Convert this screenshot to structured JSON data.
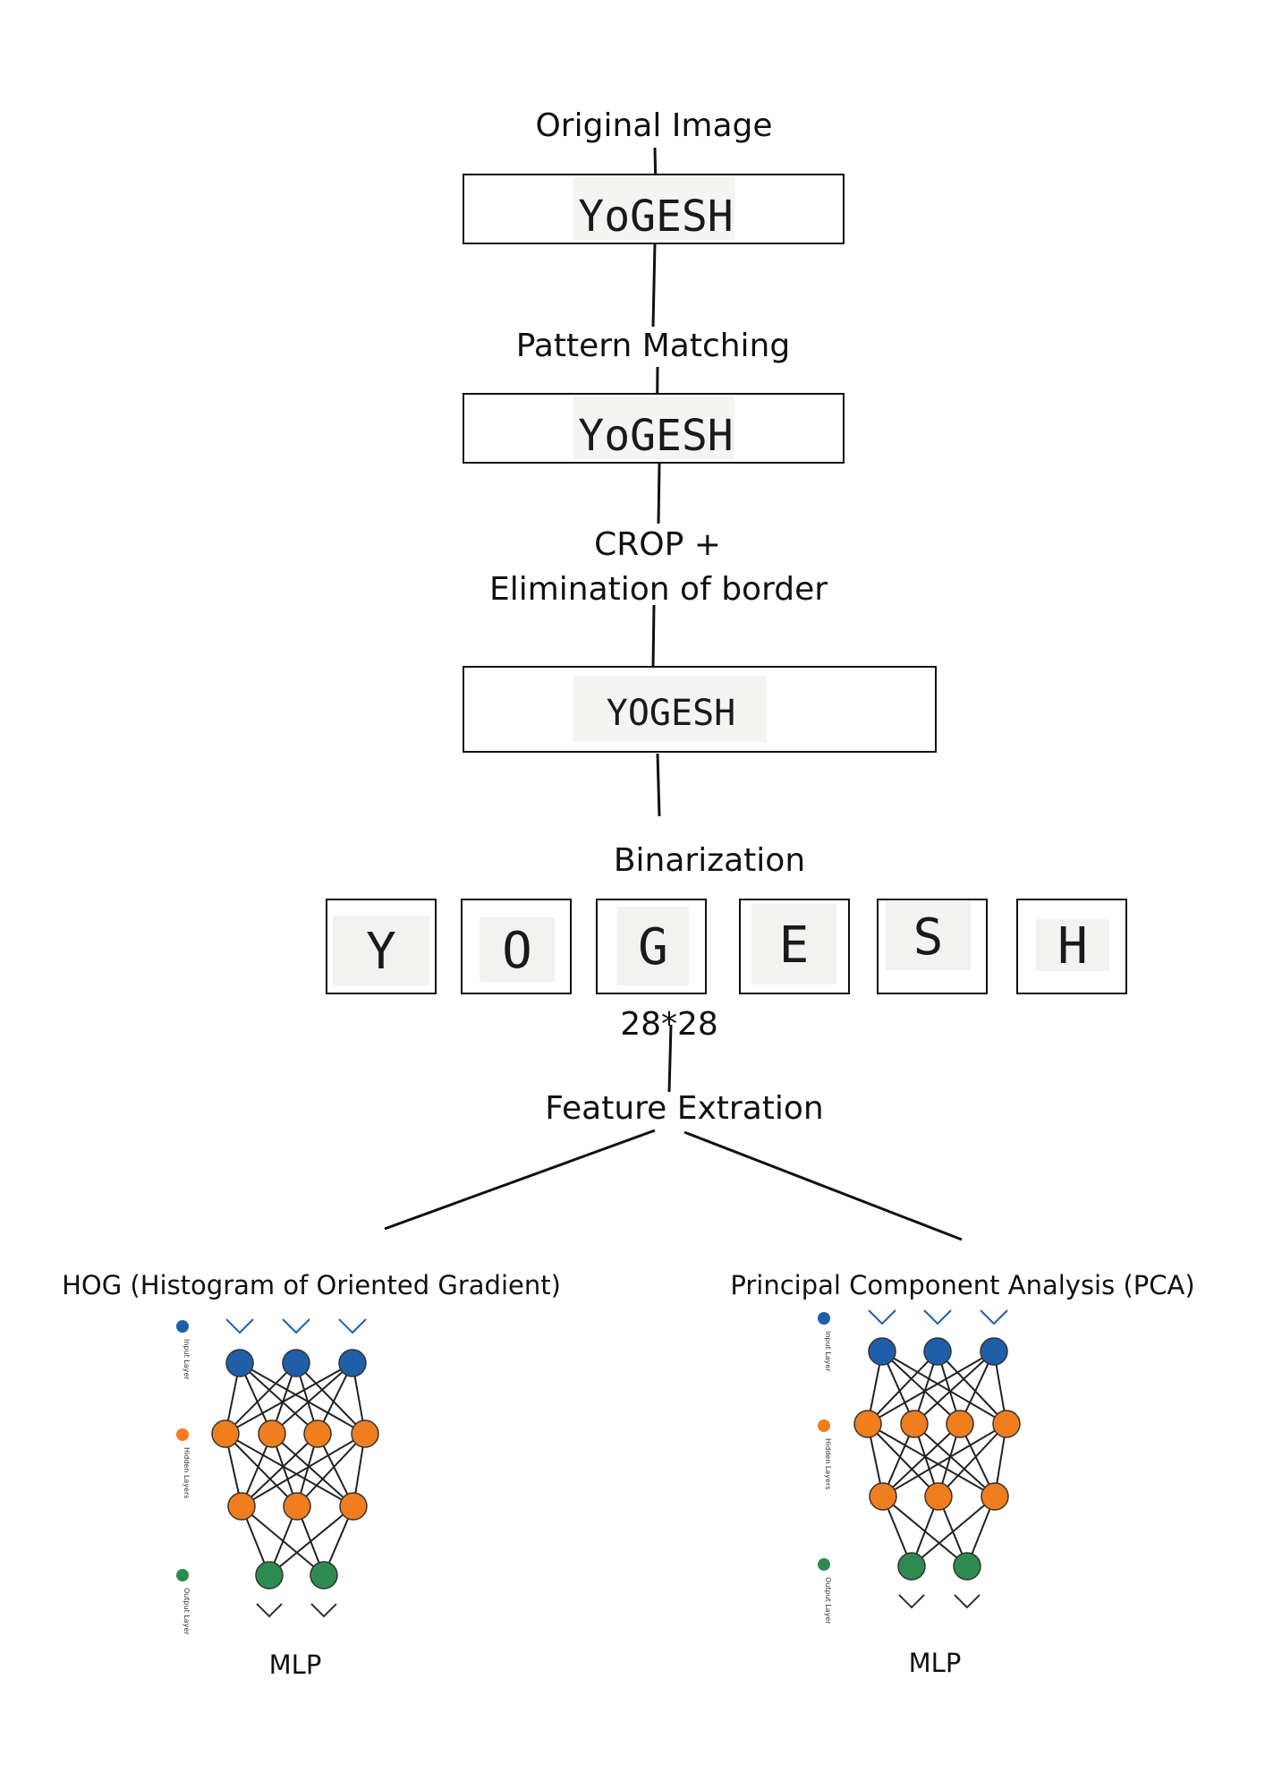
{
  "steps": {
    "original_image": "Original Image",
    "pattern_matching": "Pattern Matching",
    "crop_line1": "CROP +",
    "crop_line2": "Elimination of border",
    "binarization": "Binarization",
    "size": "28*28",
    "feature_extraction": "Feature Extration"
  },
  "word_images": {
    "original": "YoGESH",
    "matched": "YoGESH",
    "cropped": "YOGESH"
  },
  "characters": [
    "Y",
    "O",
    "G",
    "E",
    "S",
    "H"
  ],
  "branches": {
    "left": {
      "title": "HOG (Histogram of Oriented Gradient)",
      "model": "MLP"
    },
    "right": {
      "title": "Principal Component Analysis (PCA)",
      "model": "MLP"
    }
  },
  "network_legend": {
    "input": "Input Layer",
    "hidden": "Hidden Layers",
    "output": "Output Layer"
  },
  "colors": {
    "input_node": "#1f5fa8",
    "hidden_node": "#f07d1e",
    "output_node": "#2e8b4f",
    "edge": "#222222"
  }
}
